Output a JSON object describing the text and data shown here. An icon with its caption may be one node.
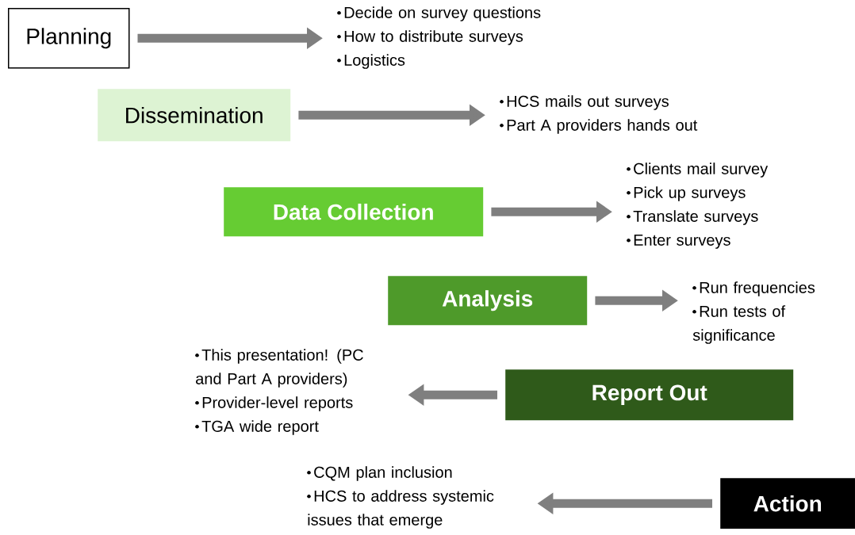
{
  "diagram": {
    "nodes": [
      {
        "text": [
          "Planning"
        ]
      },
      {
        "text": [
          "Dissemination"
        ]
      },
      {
        "text": [
          "Data Collection"
        ]
      },
      {
        "text": [
          "Analysis"
        ]
      },
      {
        "text": [
          "Report Out"
        ]
      },
      {
        "text": [
          "Action"
        ]
      },
      {
        "text": [
          "Decide on survey questions",
          "How to distribute surveys",
          "Logistics"
        ]
      },
      {
        "text": [
          "HCS mails out surveys",
          "Part A providers hands out"
        ]
      },
      {
        "text": [
          "Clients mail survey",
          "Pick up surveys",
          "Translate surveys",
          "Enter surveys"
        ]
      },
      {
        "text": [
          "Run frequencies",
          "Run tests of significance"
        ]
      },
      {
        "text": [
          "This presentation! (PC and Part A providers)",
          "Provider-level reports",
          "TGA wide report"
        ]
      },
      {
        "text": [
          "CQM plan inclusion",
          "HCS to address systemic issues that emerge"
        ]
      }
    ],
    "edges": [
      {
        "from": 0,
        "to": 6,
        "arrow": "to"
      },
      {
        "from": 1,
        "to": 7,
        "arrow": "to"
      },
      {
        "from": 2,
        "to": 8,
        "arrow": "to"
      },
      {
        "from": 3,
        "to": 9,
        "arrow": "to"
      },
      {
        "from": 4,
        "to": 10,
        "arrow": "to"
      },
      {
        "from": 5,
        "to": 11,
        "arrow": "to"
      }
    ]
  }
}
